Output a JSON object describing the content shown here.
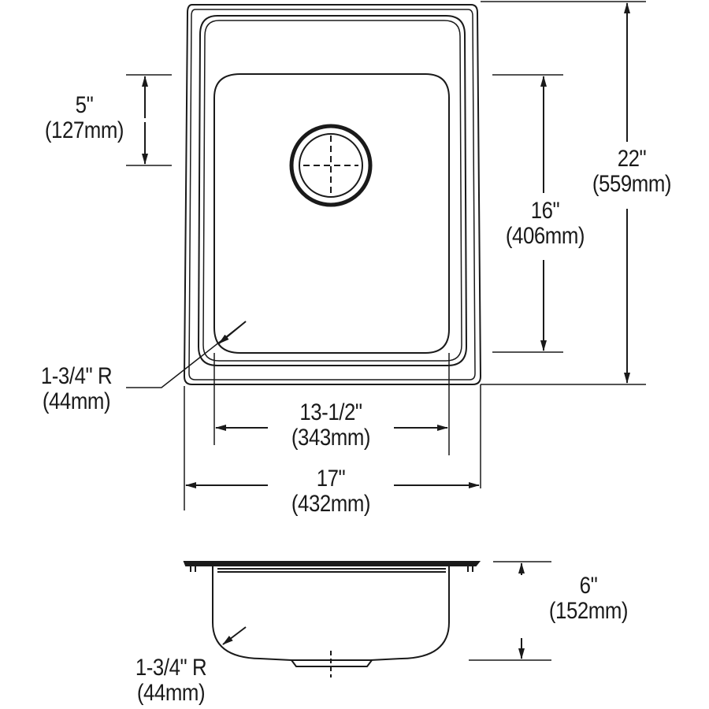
{
  "top_view": {
    "bowl_depth_offset": {
      "inches": "5\"",
      "mm": "(127mm)"
    },
    "bowl_length": {
      "inches": "16\"",
      "mm": "(406mm)"
    },
    "overall_length": {
      "inches": "22\"",
      "mm": "(559mm)"
    },
    "corner_radius": {
      "inches": "1-3/4\" R",
      "mm": "(44mm)"
    },
    "bowl_width": {
      "inches": "13-1/2\"",
      "mm": "(343mm)"
    },
    "overall_width": {
      "inches": "17\"",
      "mm": "(432mm)"
    }
  },
  "side_view": {
    "depth": {
      "inches": "6\"",
      "mm": "(152mm)"
    },
    "corner_radius": {
      "inches": "1-3/4\" R",
      "mm": "(44mm)"
    }
  },
  "colors": {
    "line": "#1a1a1a",
    "background": "#ffffff"
  }
}
